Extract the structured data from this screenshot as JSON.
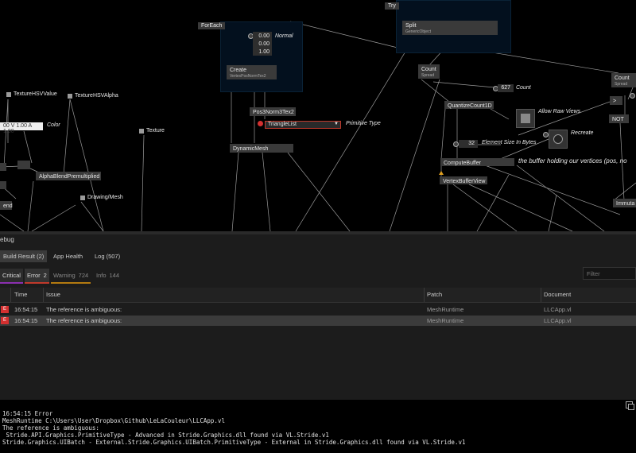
{
  "canvas": {
    "regions": {
      "foreach_label": "ForEach",
      "try_label": "Try"
    },
    "nodes": {
      "create": {
        "title": "Create",
        "subtitle": "VertexPosNormTex2"
      },
      "split": {
        "title": "Split",
        "subtitle": "GenericObject"
      },
      "count1": {
        "title": "Count",
        "subtitle": "Spread"
      },
      "count2": {
        "title": "Count",
        "subtitle": "Spread"
      },
      "quantize": {
        "title": "QuantizeCount1D"
      },
      "posnorm": {
        "title": "Pos3Norm3Tex2"
      },
      "dynamicmesh": {
        "title": "DynamicMesh"
      },
      "compute": {
        "title": "ComputeBuffer"
      },
      "vbview": {
        "title": "VertexBufferView"
      },
      "alphablend": {
        "title": "AlphaBlendPremultiplied"
      },
      "not": {
        "title": "NOT"
      },
      "gt": {
        "title": ">"
      },
      "immutable": {
        "title": "Immuta"
      },
      "blend_cut": {
        "title": "end"
      },
      "texture_hsv": {
        "title": "TextureHSVValue"
      },
      "texture_hsv_alpha": {
        "title": "TextureHSVAlpha"
      },
      "texture": {
        "title": "Texture"
      },
      "drawing_mesh": {
        "title": "Drawing/Mesh"
      }
    },
    "values": {
      "normal": [
        "0.00",
        "0.00",
        "1.00"
      ],
      "count_value": "627",
      "element_size": "32",
      "color_value": "00 V 1.00 A 1.00",
      "primitive_type": "TriangleList"
    },
    "labels": {
      "normal": "Normal",
      "count": "Count",
      "allow_raw_views": "Allow Raw Views",
      "recreate": "Recreate",
      "element_size": "Element Size In Bytes",
      "primitive_type": "Primitive Type",
      "color": "Color",
      "comment": "the buffer holding our vertices (pos, no"
    }
  },
  "debug": {
    "title": "ebug",
    "tabs": [
      {
        "label": "Build Result (2)",
        "active": true
      },
      {
        "label": "App Health",
        "active": false
      },
      {
        "label": "Log (507)",
        "active": false
      }
    ],
    "filters": {
      "critical": {
        "label": "Critical"
      },
      "error": {
        "label": "Error",
        "count": "2"
      },
      "warning": {
        "label": "Warning",
        "count": "724"
      },
      "info": {
        "label": "Info",
        "count": "144"
      }
    },
    "filter_placeholder": "Filter",
    "columns": [
      "Time",
      "Issue",
      "Patch",
      "Document"
    ],
    "rows": [
      {
        "badge": "E",
        "time": "16:54:15",
        "issue": "The reference is ambiguous:",
        "patch": "MeshRuntime",
        "document": "LLCApp.vl",
        "selected": false
      },
      {
        "badge": "E",
        "time": "16:54:15",
        "issue": "The reference is ambiguous:",
        "patch": "MeshRuntime",
        "document": "LLCApp.vl",
        "selected": true
      }
    ],
    "details": [
      "16:54:15 Error",
      "MeshRuntime C:\\Users\\User\\Dropbox\\Github\\LeLaCouleur\\LLCApp.vl",
      "The reference is ambiguous:",
      " Stride.API.Graphics.PrimitiveType - Advanced in Stride.Graphics.dll found via VL.Stride.v1",
      "Stride.Graphics.UIBatch - External.Stride.Graphics.UIBatch.PrimitiveType - External in Stride.Graphics.dll found via VL.Stride.v1"
    ]
  },
  "colors": {
    "error": "#d43030",
    "warning_underline": "#b47a10",
    "critical_underline": "#8b2fb0",
    "region_bg": "#03101e",
    "node_bg": "#3a3a3a"
  }
}
